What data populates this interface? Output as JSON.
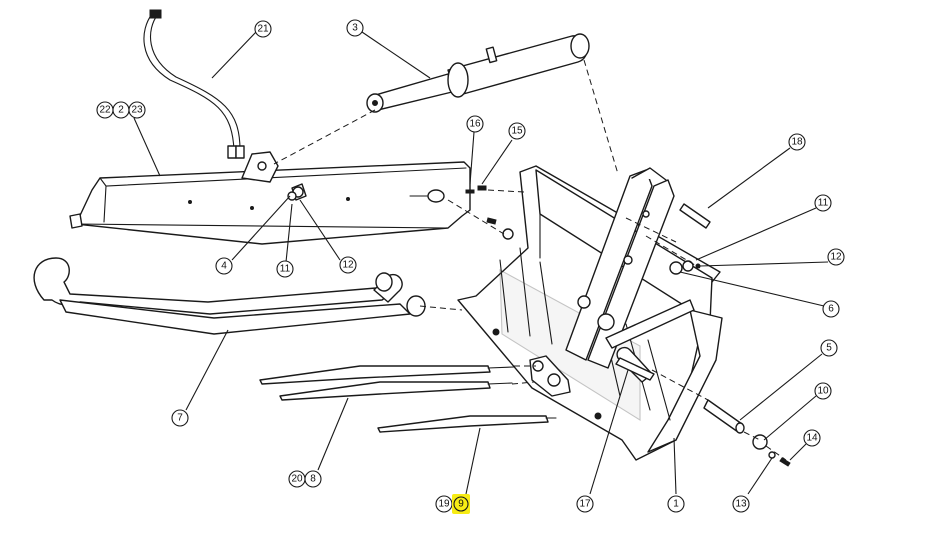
{
  "diagram": {
    "highlight_color": "#f7ec14",
    "callouts": [
      {
        "id": "c21",
        "label": "21"
      },
      {
        "id": "c3",
        "label": "3"
      },
      {
        "id": "c22",
        "label": "22"
      },
      {
        "id": "c2",
        "label": "2"
      },
      {
        "id": "c23",
        "label": "23"
      },
      {
        "id": "c16",
        "label": "16"
      },
      {
        "id": "c15",
        "label": "15"
      },
      {
        "id": "c18",
        "label": "18"
      },
      {
        "id": "c11a",
        "label": "11"
      },
      {
        "id": "c12a",
        "label": "12"
      },
      {
        "id": "c6",
        "label": "6"
      },
      {
        "id": "c4",
        "label": "4"
      },
      {
        "id": "c11b",
        "label": "11"
      },
      {
        "id": "c12b",
        "label": "12"
      },
      {
        "id": "c5",
        "label": "5"
      },
      {
        "id": "c10",
        "label": "10"
      },
      {
        "id": "c14",
        "label": "14"
      },
      {
        "id": "c13",
        "label": "13"
      },
      {
        "id": "c7",
        "label": "7"
      },
      {
        "id": "c20",
        "label": "20"
      },
      {
        "id": "c8",
        "label": "8"
      },
      {
        "id": "c19",
        "label": "19"
      },
      {
        "id": "c9",
        "label": "9",
        "highlighted": true
      },
      {
        "id": "c17",
        "label": "17"
      },
      {
        "id": "c1",
        "label": "1"
      }
    ]
  }
}
